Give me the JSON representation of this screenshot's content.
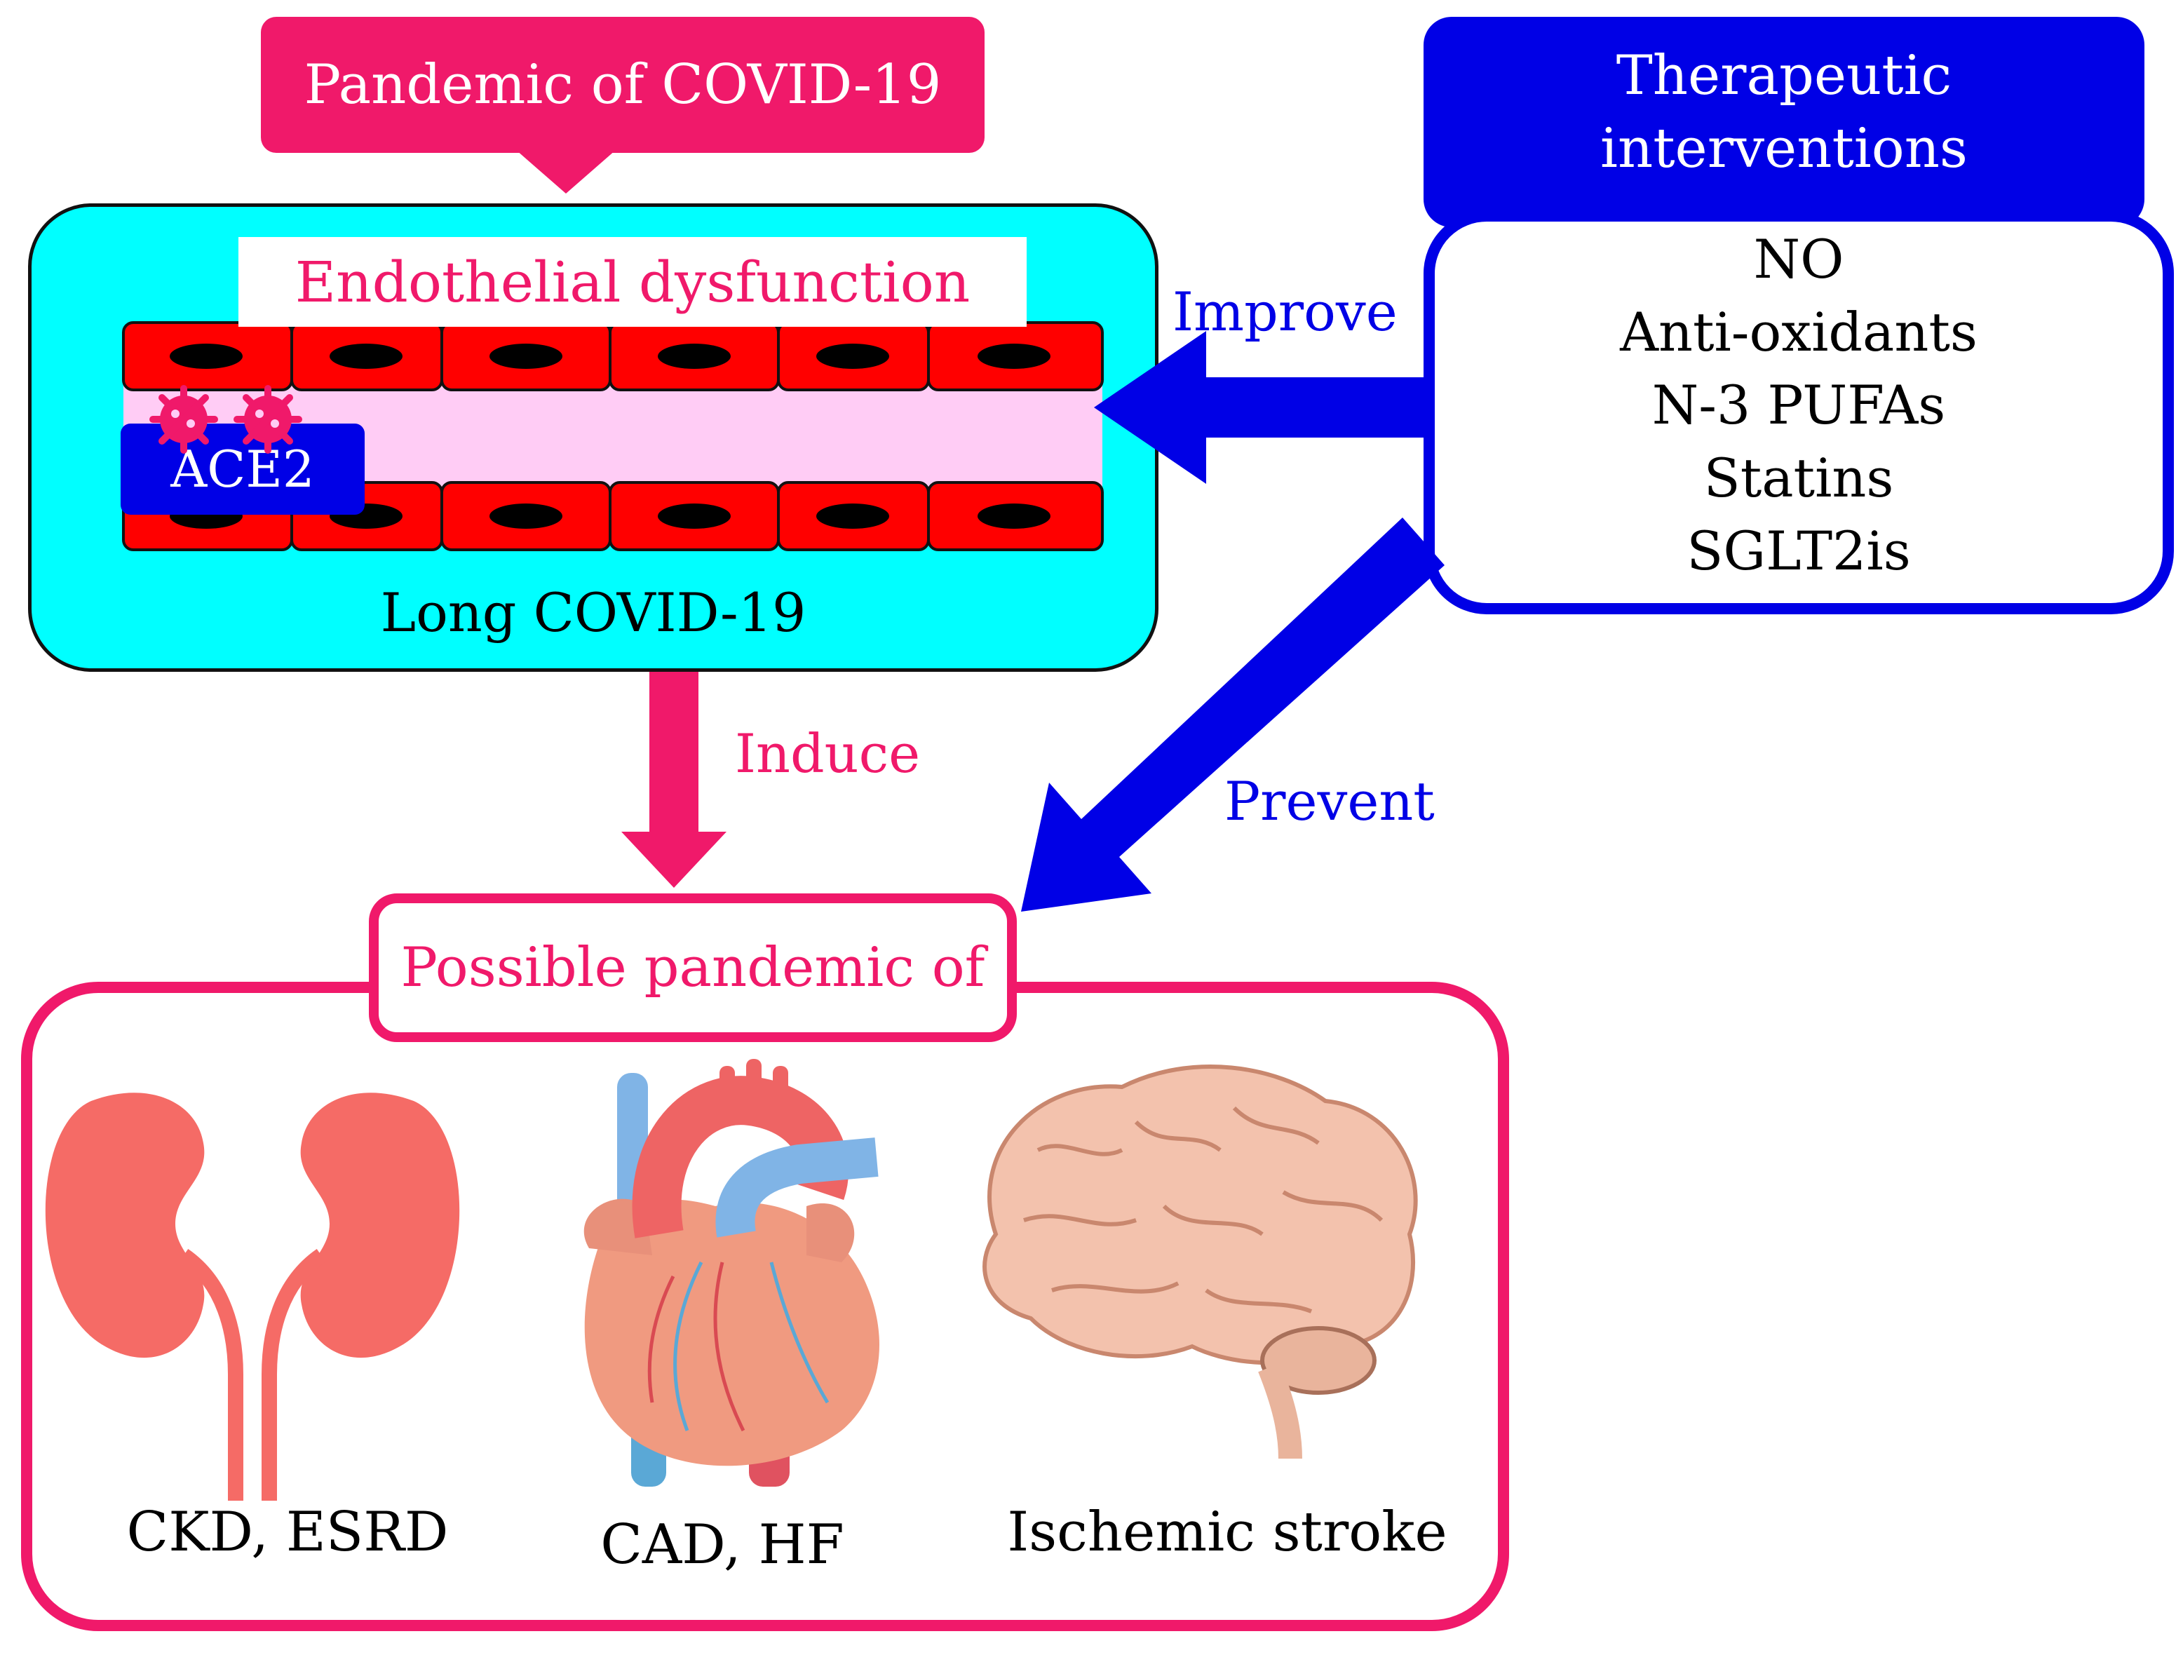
{
  "pandemic": {
    "label": "Pandemic of COVID-19"
  },
  "long_covid": {
    "endothelial_label": "Endothelial dysfunction",
    "receptor_label": "ACE2",
    "caption": "Long COVID-19"
  },
  "therapeutics": {
    "title_line1": "Therapeutic",
    "title_line2": "interventions",
    "items": [
      "NO",
      "Anti-oxidants",
      "N-3 PUFAs",
      "Statins",
      "SGLT2is"
    ]
  },
  "edges": {
    "improve": "Improve",
    "induce": "Induce",
    "prevent": "Prevent"
  },
  "outcomes": {
    "title": "Possible pandemic of",
    "kidney_label": "CKD, ESRD",
    "heart_label": "CAD, HF",
    "brain_label": "Ischemic stroke"
  },
  "colors": {
    "pink": "#f0196a",
    "blue": "#0000e6",
    "cyan": "#00ffff",
    "cell_red": "#ff0000",
    "lumen_pink": "#ffccf5",
    "kidney": "#f56b66",
    "brain": "#f3c2ad"
  },
  "icons": [
    "virus-icon",
    "kidney-icon",
    "heart-icon",
    "brain-icon"
  ]
}
